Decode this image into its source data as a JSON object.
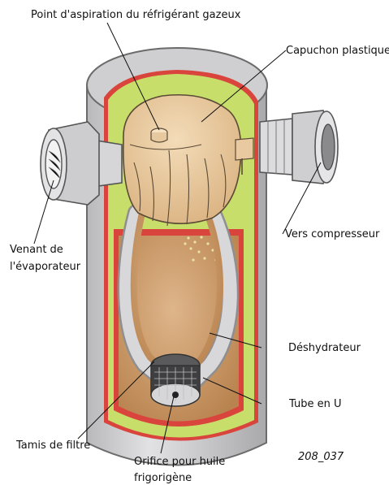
{
  "diagram": {
    "labels": {
      "suction_point": "Point d'aspiration du réfrigérant gazeux",
      "plastic_cap": "Capuchon plastique",
      "to_compressor": "Vers compresseur",
      "from_evaporator_line1": "Venant de",
      "from_evaporator_line2": "l'évaporateur",
      "dehydrator": "Déshydrateur",
      "u_tube": "Tube en U",
      "filter_screen": "Tamis de filtre",
      "oil_orifice_line1": "Orifice pour huile",
      "oil_orifice_line2": "frigorigène"
    },
    "figure_id": "208_037",
    "colors": {
      "body_gray": "#c9c9cb",
      "body_outline": "#6b6b6b",
      "green_lining": "#c8de6a",
      "red_lining": "#d9453c",
      "cap_tan": "#e8c9a0",
      "dehydrator_brown": "#c89a6b",
      "tube_gray": "#d3d3d5"
    }
  }
}
